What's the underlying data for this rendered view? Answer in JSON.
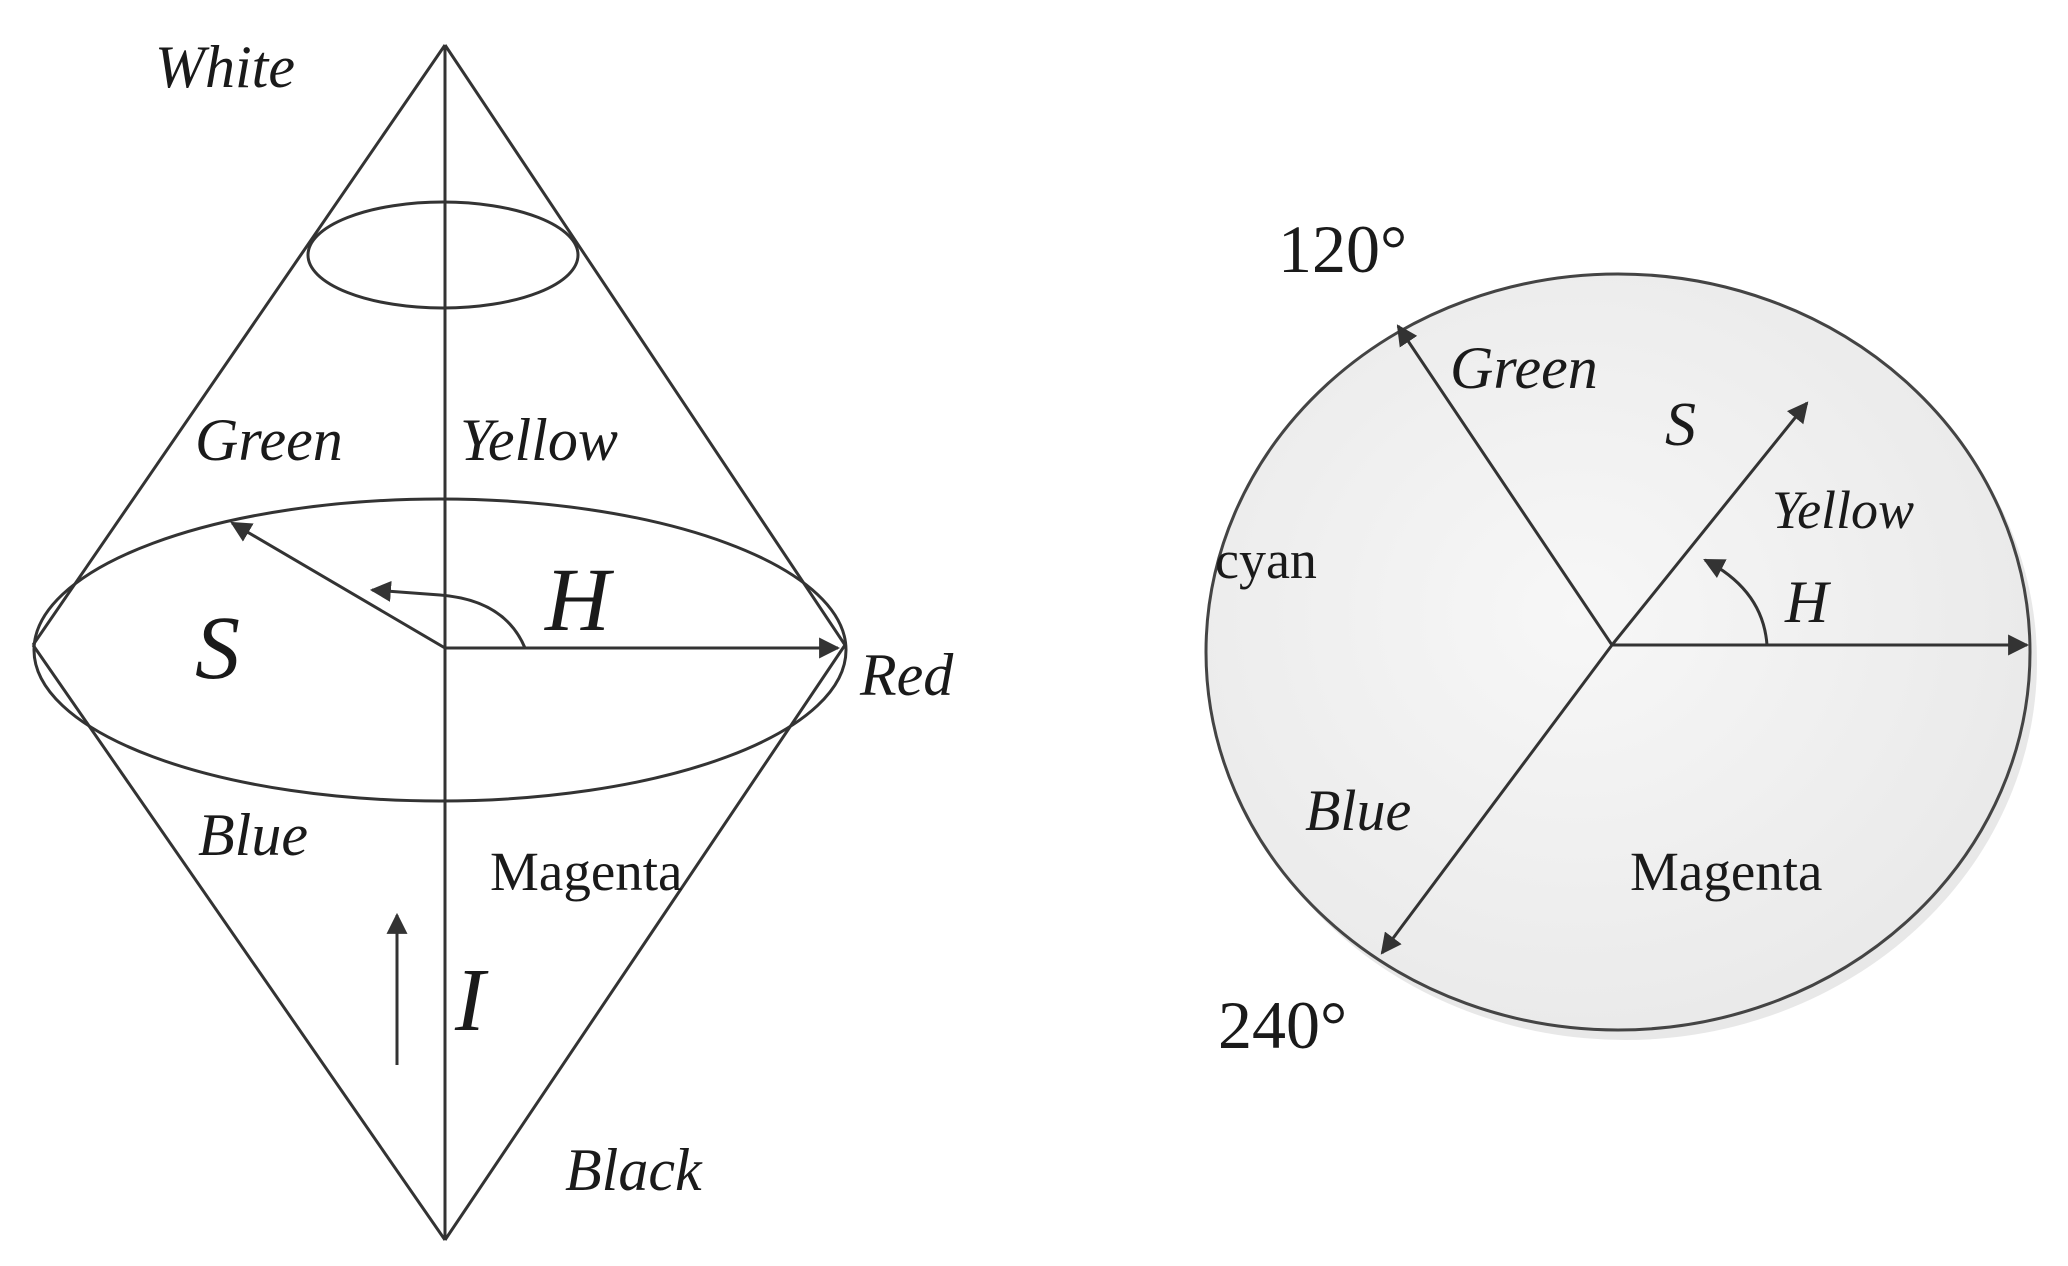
{
  "cone": {
    "labels": {
      "white": "White",
      "green": "Green",
      "yellow": "Yellow",
      "s": "S",
      "h": "H",
      "red": "Red",
      "blue": "Blue",
      "magenta": "Magenta",
      "i": "I",
      "black": "Black"
    }
  },
  "wheel": {
    "labels": {
      "deg120": "120°",
      "deg240": "240°",
      "green": "Green",
      "s": "S",
      "yellow": "Yellow",
      "cyan": "cyan",
      "h": "H",
      "blue": "Blue",
      "magenta": "Magenta"
    }
  },
  "colors": {
    "line": "#333333",
    "text": "#1a1a1a",
    "wheel_fill": "#f4f4f4",
    "wheel_shade": "#e6e6e6"
  }
}
